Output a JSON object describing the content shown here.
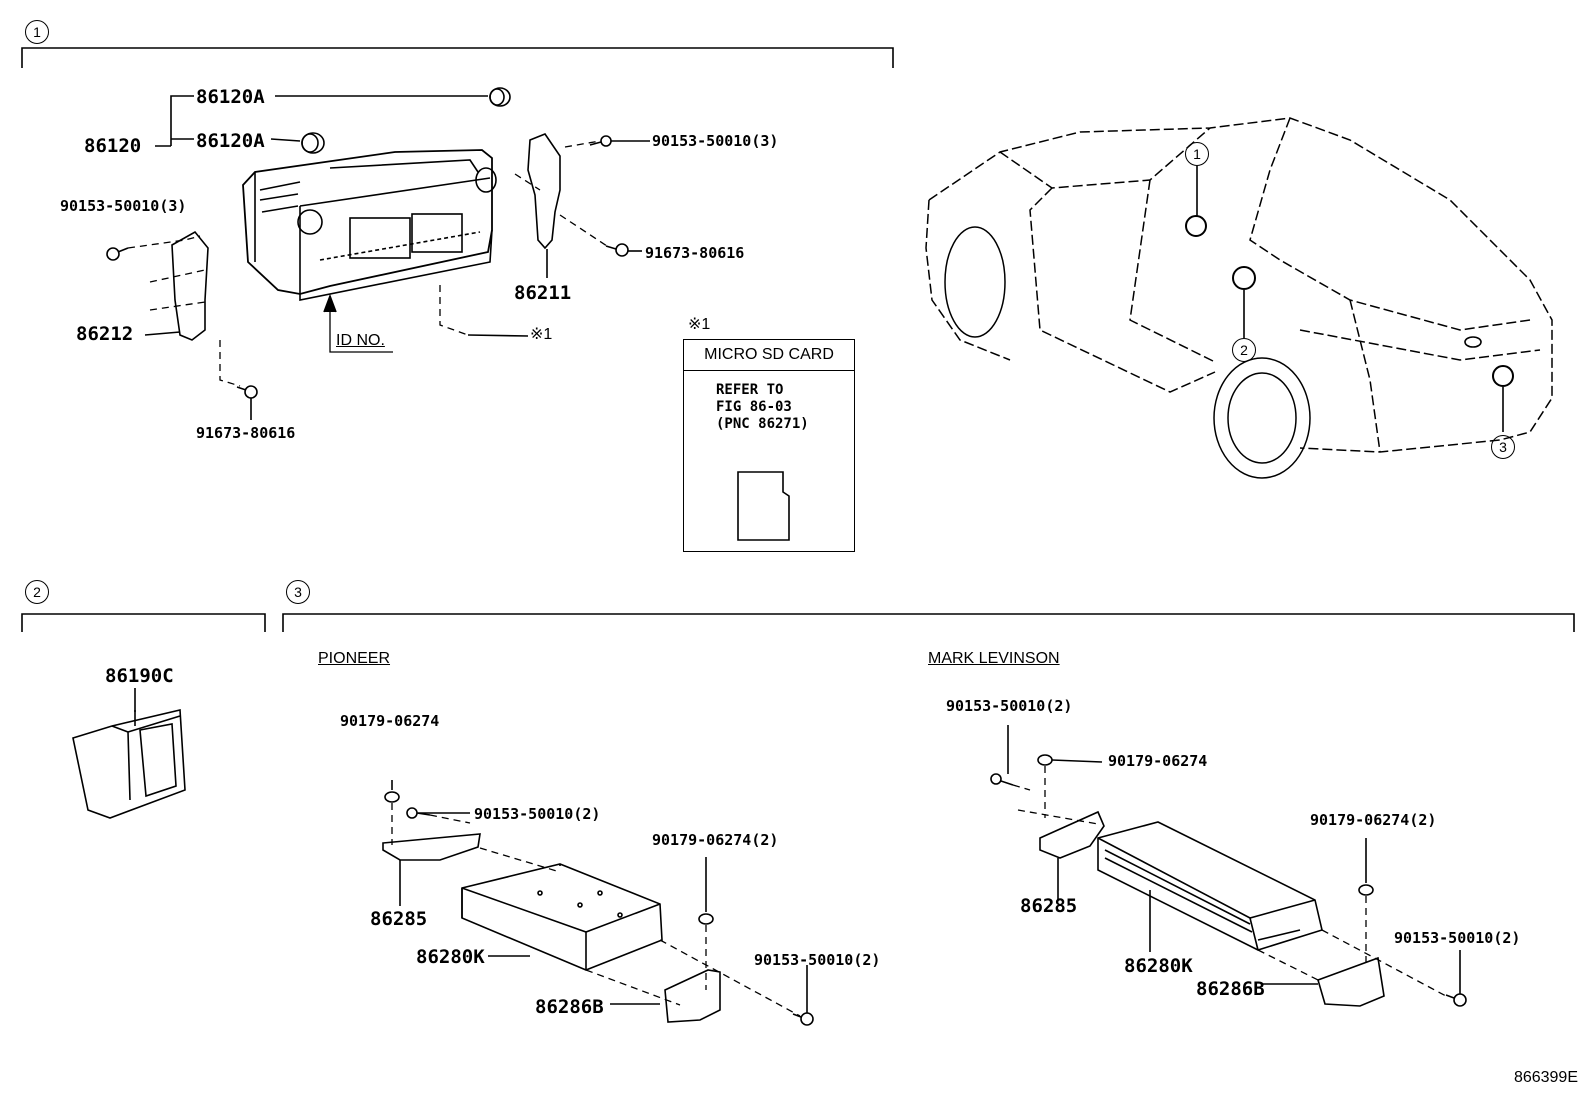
{
  "sections": {
    "s1": "1",
    "s2": "2",
    "s3": "3"
  },
  "callouts": {
    "c1": "1",
    "c2": "2",
    "c3": "3"
  },
  "parts": {
    "p86120": "86120",
    "p86120A_top": "86120A",
    "p86120A_mid": "86120A",
    "p90153_3_right": "90153-50010(3)",
    "p90153_3_left": "90153-50010(3)",
    "p91673_right": "91673-80616",
    "p91673_bottom": "91673-80616",
    "p86211": "86211",
    "p86212": "86212",
    "id_no": "ID NO.",
    "ref_mark": "※1",
    "p86190C": "86190C",
    "pio_90179": "90179-06274",
    "pio_90153_2a": "90153-50010(2)",
    "pio_90179_2": "90179-06274(2)",
    "pio_86285": "86285",
    "pio_86280K": "86280K",
    "pio_90153_2b": "90153-50010(2)",
    "pio_86286B": "86286B",
    "ml_90153_2a": "90153-50010(2)",
    "ml_90179": "90179-06274",
    "ml_90179_2": "90179-06274(2)",
    "ml_86285": "86285",
    "ml_86280K": "86280K",
    "ml_90153_2b": "90153-50010(2)",
    "ml_86286B": "86286B"
  },
  "groups": {
    "pioneer": "PIONEER",
    "mark_levinson": "MARK LEVINSON"
  },
  "card": {
    "mark": "※1",
    "title": "MICRO SD CARD",
    "ref": "REFER TO\nFIG 86-03\n(PNC 86271)"
  },
  "figure_number": "866399E"
}
